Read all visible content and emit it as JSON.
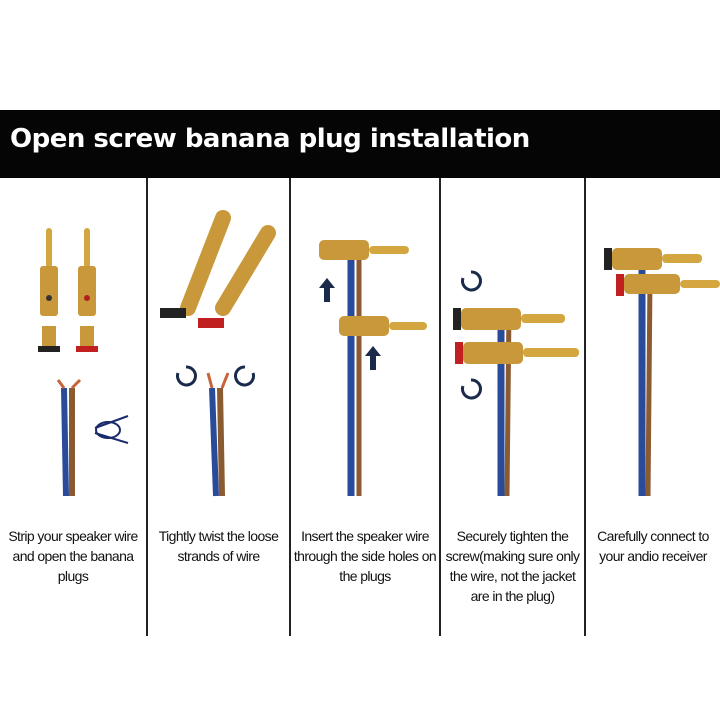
{
  "header": {
    "title": "Open screw banana plug installation"
  },
  "steps": [
    {
      "caption": "Strip your speaker wire and open the banana plugs"
    },
    {
      "caption": "Tightly twist the loose strands of wire"
    },
    {
      "caption": "Insert the speaker wire through the side holes on the plugs"
    },
    {
      "caption": "Securely tighten the screw(making sure only the wire, not the jacket are in the plug)"
    },
    {
      "caption": "Carefully connect to your andio receiver"
    }
  ],
  "colors": {
    "gold": "#d4a640",
    "wire_blue": "#2a4a9a",
    "copper": "#c8643a",
    "red_ring": "#c02020",
    "banner": "#050505"
  }
}
